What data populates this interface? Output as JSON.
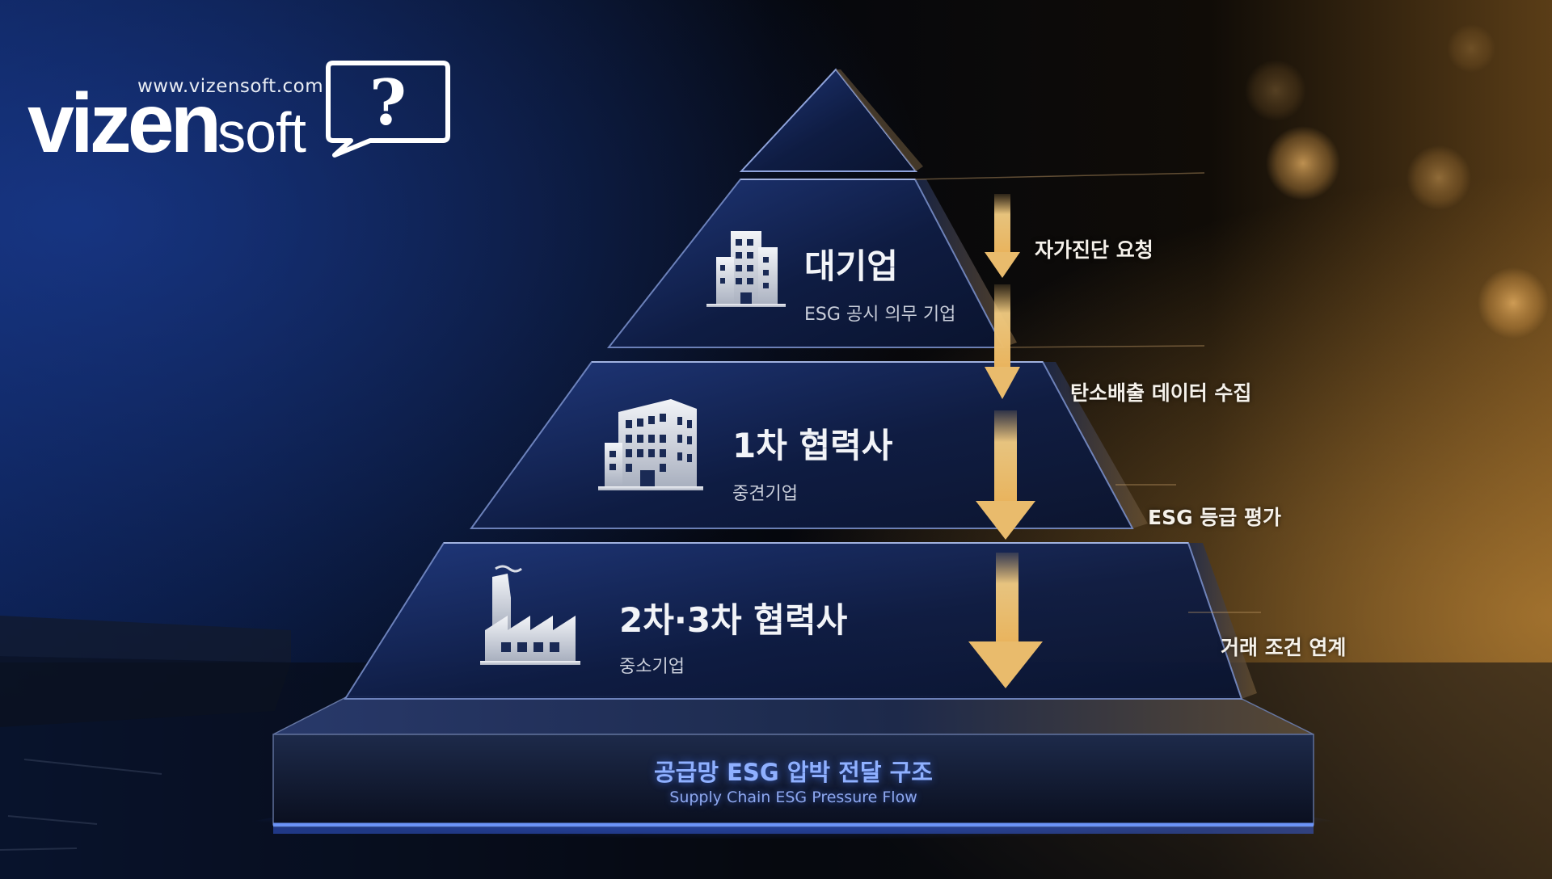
{
  "logo": {
    "url": "www.vizensoft.com",
    "brand_bold": "vizen",
    "brand_light": "soft",
    "bubble_glyph": "?"
  },
  "tiers": [
    {
      "title": "대기업",
      "subtitle": "ESG 공시 의무 기업",
      "icon": "office-tower-icon"
    },
    {
      "title": "1차 협력사",
      "subtitle": "중견기업",
      "icon": "office-building-icon"
    },
    {
      "title": "2차·3차 협력사",
      "subtitle": "중소기업",
      "icon": "factory-icon"
    }
  ],
  "flow_labels": [
    "자가진단 요청",
    "탄소배출 데이터 수집",
    "ESG 등급 평가",
    "거래 조건 연계"
  ],
  "base": {
    "title": "공급망 ESG 압박 전달 구조",
    "subtitle": "Supply Chain ESG Pressure Flow"
  },
  "colors": {
    "arrow_gold": "#e9bb6c",
    "base_glow": "#3d6bff",
    "glass_blue": "#1a2d66",
    "background": "#05080f"
  }
}
